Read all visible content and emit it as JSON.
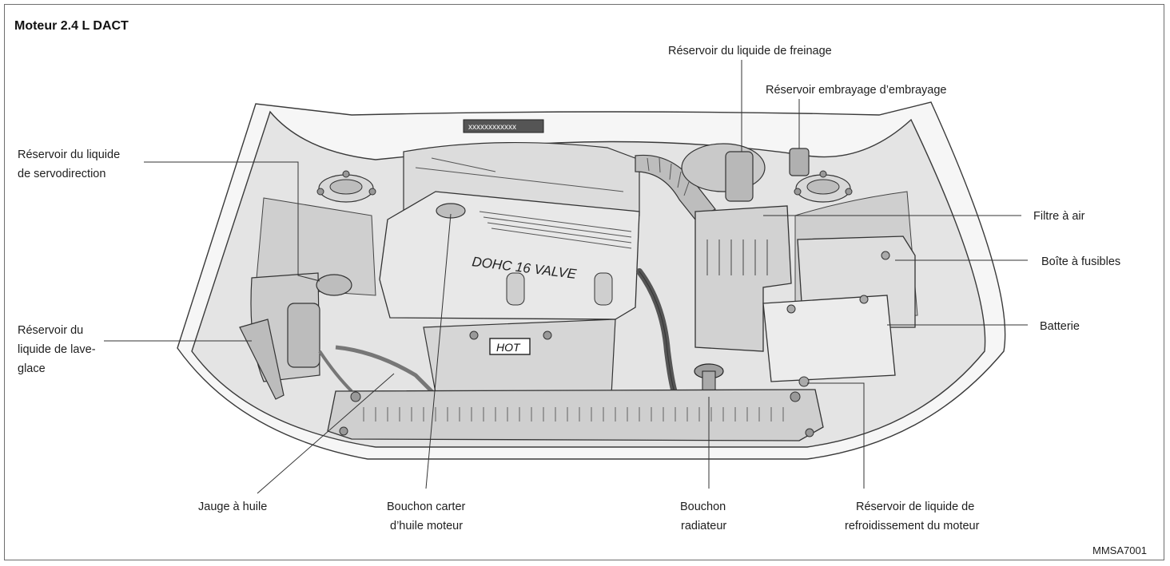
{
  "title": "Moteur 2.4 L DACT",
  "figure_code": "MMSA7001",
  "engine_cover_text": "DOHC 16 VALVE",
  "hot_label": "HOT",
  "labels": {
    "brake_fluid": "Réservoir du liquide de freinage",
    "clutch_fluid": "Réservoir embrayage d’embrayage",
    "power_steering": [
      "Réservoir du liquide",
      "de servodirection"
    ],
    "washer_fluid": [
      "Réservoir du",
      "liquide de lave-",
      "glace"
    ],
    "air_filter": "Filtre à air",
    "fuse_box": "Boîte à fusibles",
    "battery": "Batterie",
    "dipstick": "Jauge à huile",
    "oil_cap": [
      "Bouchon carter",
      "d’huile moteur"
    ],
    "radiator_cap": [
      "Bouchon",
      "radiateur"
    ],
    "coolant": [
      "Réservoir de liquide de",
      "refroidissement du moteur"
    ]
  }
}
